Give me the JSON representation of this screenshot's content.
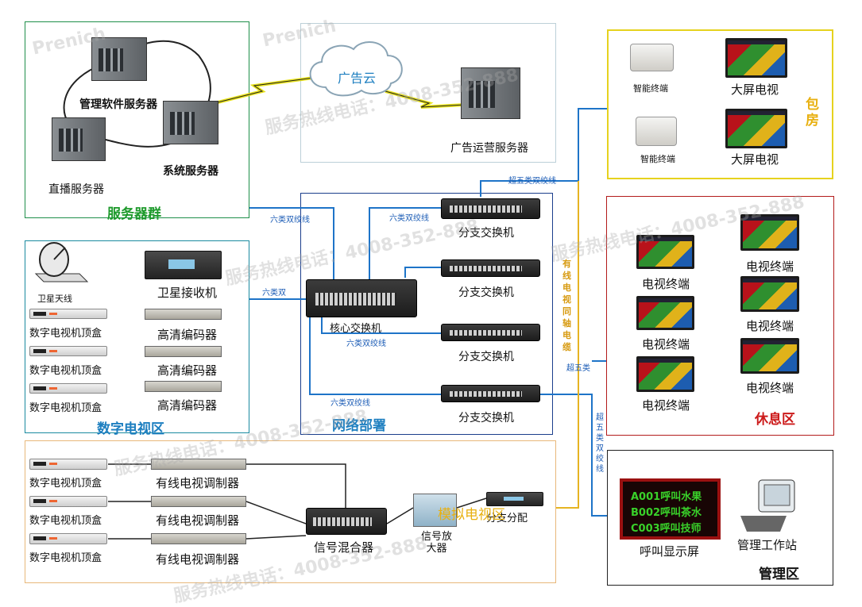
{
  "zones": {
    "server_group": "服务器群",
    "digital_tv": "数字电视区",
    "network": "网络部署",
    "private_room": "包\n房",
    "rest_area": "休息区",
    "management": "管理区",
    "analog_tv": "模拟电视区"
  },
  "servers": {
    "management_software": "管理软件服务器",
    "system": "系统服务器",
    "live": "直播服务器",
    "ad_cloud": "广告云",
    "ad_operation": "广告运营服务器"
  },
  "digital": {
    "satellite_antenna": "卫星天线",
    "satellite_receiver": "卫星接收机",
    "stb": [
      "数字电视机顶盒",
      "数字电视机顶盒",
      "数字电视机顶盒"
    ],
    "encoder": [
      "高清编码器",
      "高清编码器",
      "高清编码器"
    ]
  },
  "network": {
    "core_switch": "核心交换机",
    "branch_switch": [
      "分支交换机",
      "分支交换机",
      "分支交换机",
      "分支交换机"
    ]
  },
  "cables": {
    "cat6_server": "六类双绞线",
    "cat6_digital": "六类双",
    "cat6_sw1": "六类双绞线",
    "cat6_sw3": "六类双绞线",
    "cat6_sw4": "六类双绞线",
    "cat5e_room": "超五类双绞线",
    "coax": "有线电视同轴电缆",
    "cat5e_rest": "超五类",
    "cat5e_mgmt": "超五类双绞线"
  },
  "private_room": {
    "smart_terminal": [
      "智能终端",
      "智能终端"
    ],
    "big_tv": [
      "大屏电视",
      "大屏电视"
    ]
  },
  "rest_area": {
    "tv_terminal": [
      "电视终端",
      "电视终端",
      "电视终端",
      "电视终端",
      "电视终端",
      "电视终端"
    ]
  },
  "management": {
    "call_display": "呼叫显示屏",
    "workstation": "管理工作站",
    "display_rows": [
      "A001呼叫水果",
      "B002呼叫茶水",
      "C003呼叫技师"
    ]
  },
  "analog": {
    "stb": [
      "数字电视机顶盒",
      "数字电视机顶盒",
      "数字电视机顶盒"
    ],
    "modulator": [
      "有线电视调制器",
      "有线电视调制器",
      "有线电视调制器"
    ],
    "mixer": "信号混合器",
    "amplifier": "信号放\n大器",
    "splitter": "分支分配"
  },
  "watermark": {
    "hotline": "服务热线电话：4008-352-888",
    "brand": "Prenich"
  },
  "colors": {
    "server_border": "#1f8f4a",
    "digital_border": "#1a8aa0",
    "network_border": "#1b3e8c",
    "room_border": "#e6d21e",
    "rest_border": "#b31b1b",
    "mgmt_border": "#222222",
    "analog_border": "#e8b87a",
    "cable_blue": "#1e74c8",
    "cable_yellow": "#e6b422",
    "zone_title_blue": "#1e7fc0",
    "zone_title_green": "#1e9a2c",
    "zone_title_red": "#cc1a1a",
    "zone_title_yellow": "#e8b010"
  }
}
